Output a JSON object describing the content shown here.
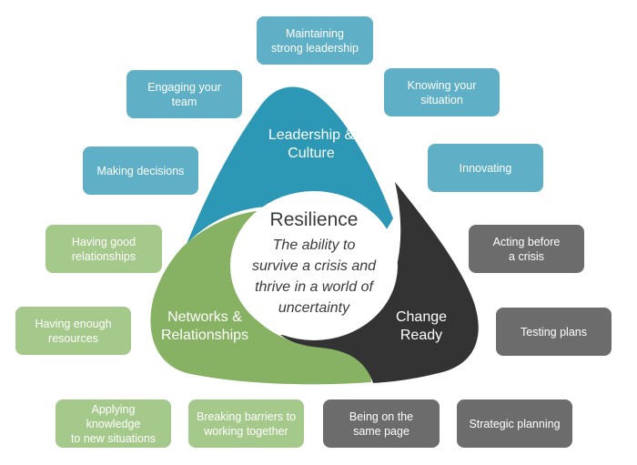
{
  "diagram": {
    "center": {
      "title": "Resilience",
      "description": "The ability to\nsurvive a crisis and\nthrive in a world of\nuncertainty"
    },
    "segments": {
      "leadership": {
        "label": "Leadership &\nCulture",
        "color": "#2d98b5"
      },
      "networks": {
        "label": "Networks &\nRelationships",
        "color": "#87b264"
      },
      "change": {
        "label": "Change\nReady",
        "color": "#333333"
      }
    },
    "boxes": {
      "leadership": [
        "Maintaining\nstrong leadership",
        "Knowing your\nsituation",
        "Innovating",
        "Engaging your\nteam",
        "Making decisions"
      ],
      "networks": [
        "Having good\nrelationships",
        "Having enough\nresources",
        "Applying knowledge\nto new situations",
        "Breaking barriers to\nworking together"
      ],
      "change": [
        "Acting before\na crisis",
        "Testing plans",
        "Strategic planning",
        "Being on the\nsame page"
      ]
    },
    "colors": {
      "blue_box": "#5fb0c6",
      "green_box": "#a5c98b",
      "grey_box": "#6c6c6c"
    }
  }
}
